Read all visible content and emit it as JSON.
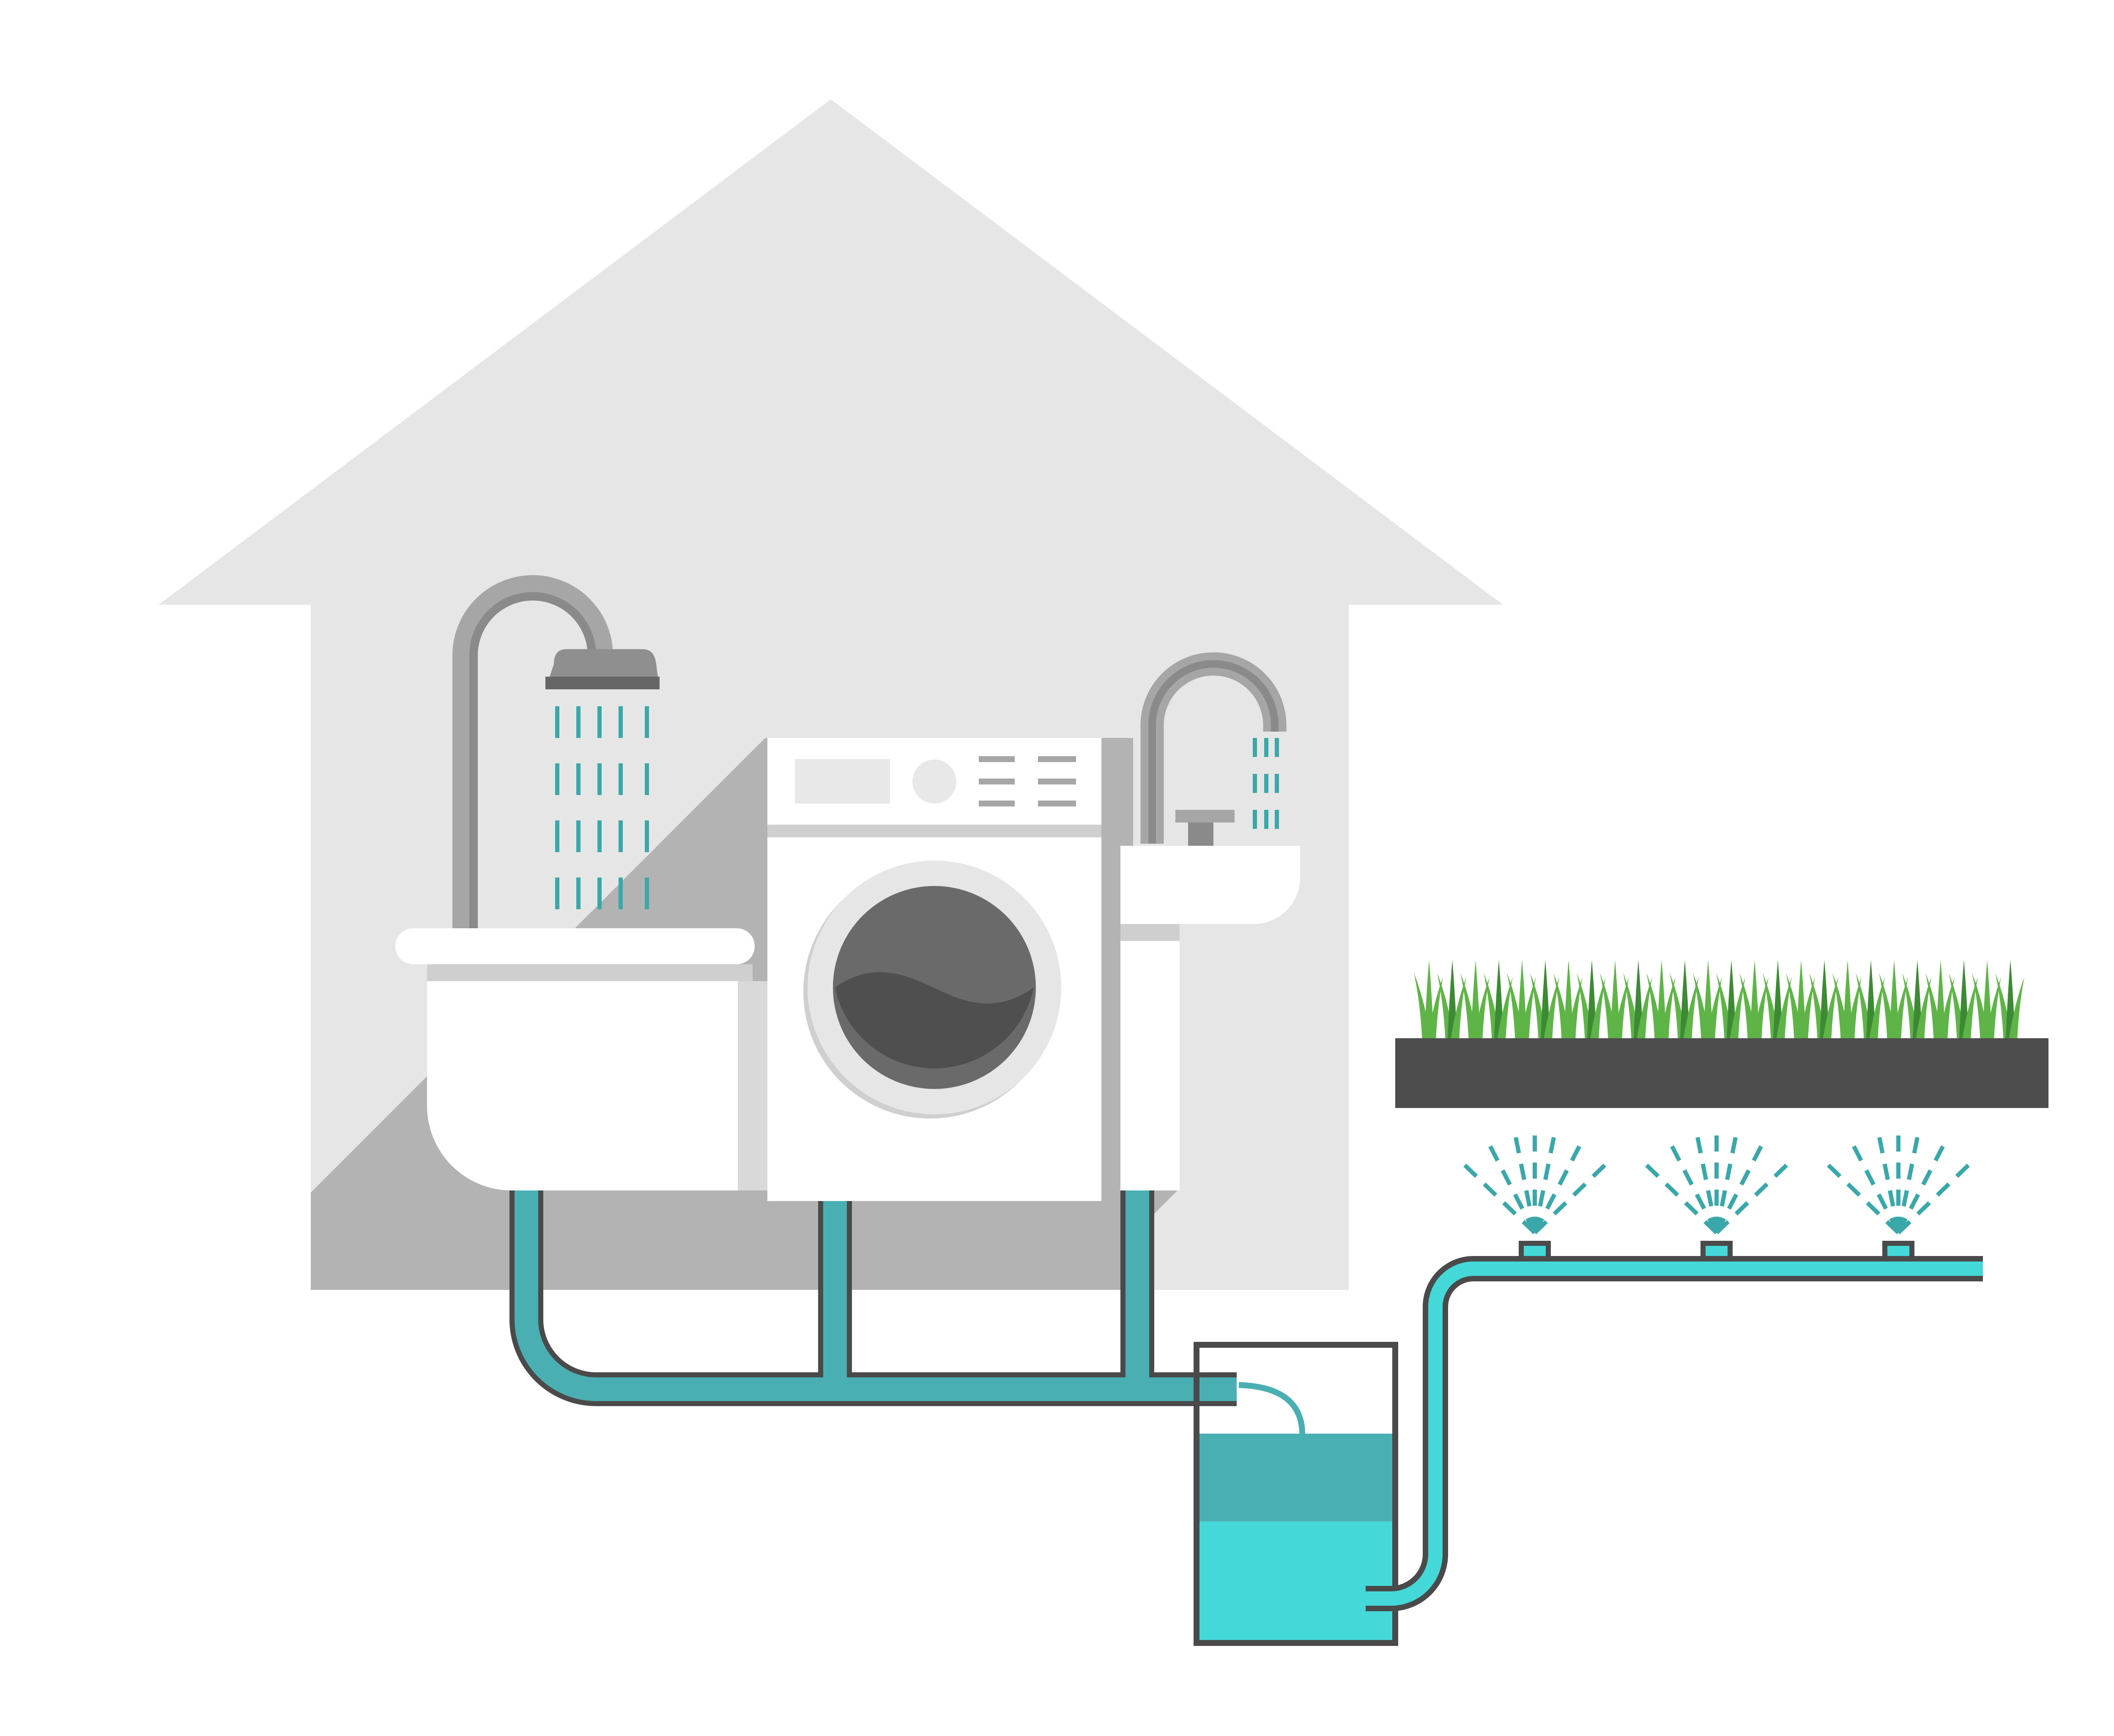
{
  "diagram": {
    "kind": "greywater-recycling",
    "labels": [],
    "components": {
      "house": "house-silhouette",
      "shower": "shower-icon",
      "bathtub": "bathtub-icon",
      "washing_machine": "washing-machine-icon",
      "sink": "sink-icon",
      "tank": "greywater-tank-icon",
      "garden": "grass-bed-icon",
      "sprinklers": [
        "sprinkler-icon",
        "sprinkler-icon",
        "sprinkler-icon"
      ]
    },
    "tank_levels": {
      "settled_layer_fraction": 0.42,
      "clear_layer_fraction": 0.58
    }
  },
  "colors": {
    "house": "#e6e6e6",
    "house_shadow": "#b3b3b3",
    "pipe_fill_dark": "#4aafb3",
    "pipe_fill_light": "#44d8d8",
    "pipe_outline": "#4a4a4a",
    "appliance_white": "#ffffff",
    "appliance_grey": "#cfcfcf",
    "drum_dark": "#6a6a6a",
    "drum_water": "#4f4f4f",
    "soil": "#4d4d4d",
    "grass_light": "#5fb447",
    "grass_dark": "#3d8a35",
    "spray": "#3aa8aa",
    "tap_grey": "#8a8a8a"
  }
}
